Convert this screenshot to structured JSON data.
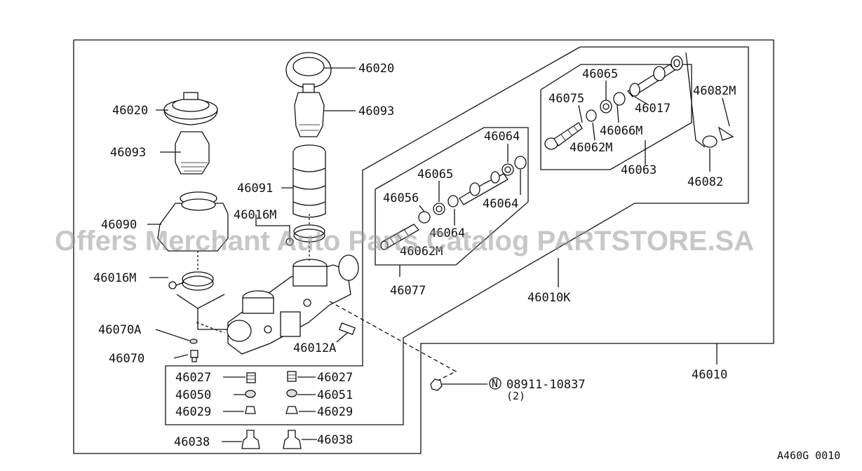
{
  "watermark": "Offers Merchant Auto Parts Catalog PARTSTORE.SA",
  "figure_code": "A460G 0010",
  "callouts": {
    "p46020_left": "46020",
    "p46093_left": "46093",
    "p46090": "46090",
    "p46016M_left": "46016M",
    "p46070A": "46070A",
    "p46070": "46070",
    "p46020_top": "46020",
    "p46093_top": "46093",
    "p46091": "46091",
    "p46016M_mid": "46016M",
    "p46012A": "46012A",
    "p46027_l": "46027",
    "p46027_r": "46027",
    "p46050": "46050",
    "p46051": "46051",
    "p46029_l": "46029",
    "p46029_r": "46029",
    "p46038_l": "46038",
    "p46038_r": "46038",
    "p46064_a": "46064",
    "p46065_a": "46065",
    "p46056": "46056",
    "p46064_b": "46064",
    "p46064_c": "46064",
    "p46062M_a": "46062M",
    "p46077": "46077",
    "p46010K": "46010K",
    "p46065_b": "46065",
    "p46075": "46075",
    "p46017": "46017",
    "p46082M": "46082M",
    "p46066M": "46066M",
    "p46062M_b": "46062M",
    "p46063": "46063",
    "p46082": "46082",
    "p46010": "46010",
    "nut_circle": "N",
    "nut_part": "08911-10837",
    "nut_qty": "(2)"
  }
}
